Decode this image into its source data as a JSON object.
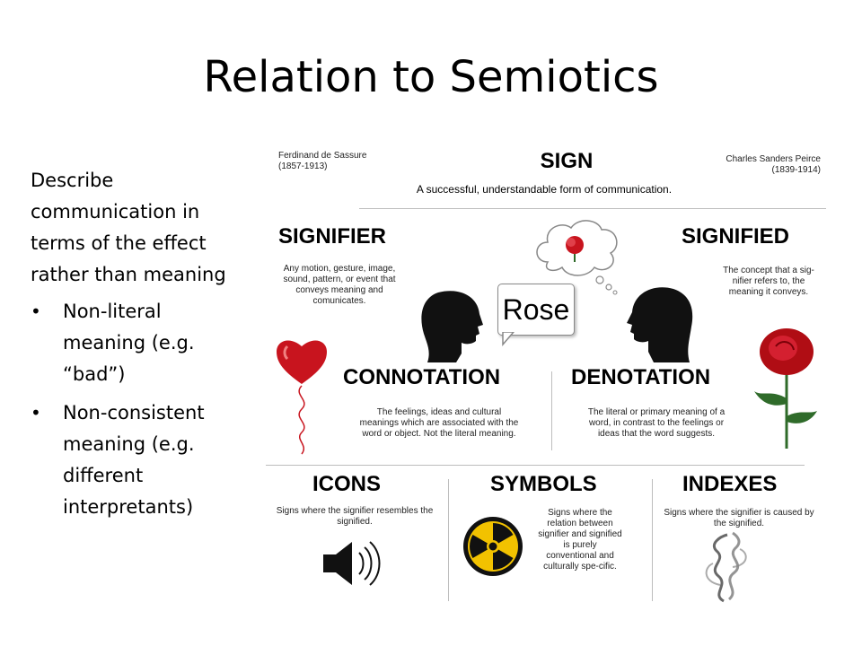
{
  "slide": {
    "title": "Relation to Semiotics",
    "intro": "Describe communication in terms of the effect rather than meaning",
    "bullets": [
      "Non-literal meaning (e.g. “bad”)",
      "Non-consistent meaning (e.g. different interpretants)"
    ]
  },
  "infographic": {
    "saussure": {
      "name": "Ferdinand de Sassure",
      "years": "(1857-1913)"
    },
    "peirce": {
      "name": "Charles Sanders Peirce",
      "years": "(1839-1914)"
    },
    "sign": {
      "title": "SIGN",
      "desc": "A successful, understandable form of communication."
    },
    "signifier": {
      "title": "SIGNIFIER",
      "desc": "Any motion, gesture, image, sound, pattern, or event that conveys meaning and comunicates."
    },
    "signified": {
      "title": "SIGNIFIED",
      "desc": "The concept that a sig-nifier refers to, the meaning it  conveys."
    },
    "speech_word": "Rose",
    "connotation": {
      "title": "CONNOTATION",
      "desc": "The feelings, ideas and cultural meanings which are associated with the word or object. Not the literal meaning."
    },
    "denotation": {
      "title": "DENOTATION",
      "desc": "The literal or primary meaning of a word, in contrast to the feelings or ideas that the word suggests."
    },
    "icons": {
      "title": "ICONS",
      "desc": "Signs where the signifier resembles the signified."
    },
    "symbols": {
      "title": "SYMBOLS",
      "desc": "Signs where the relation between signifier and signified is purely conventional and culturally spe-cific."
    },
    "indexes": {
      "title": "INDEXES",
      "desc": "Signs where the signifier is caused by the signified."
    }
  },
  "colors": {
    "heart": "#c8141e",
    "rose": "#b00d14",
    "stem": "#2f6b2a",
    "radiation_yellow": "#f2c200"
  },
  "icons": [
    "heart-balloon",
    "rose-flower",
    "thought-bubble",
    "speech-bubble",
    "head-silhouette",
    "speaker-icon",
    "radiation-icon",
    "smoke-icon"
  ]
}
